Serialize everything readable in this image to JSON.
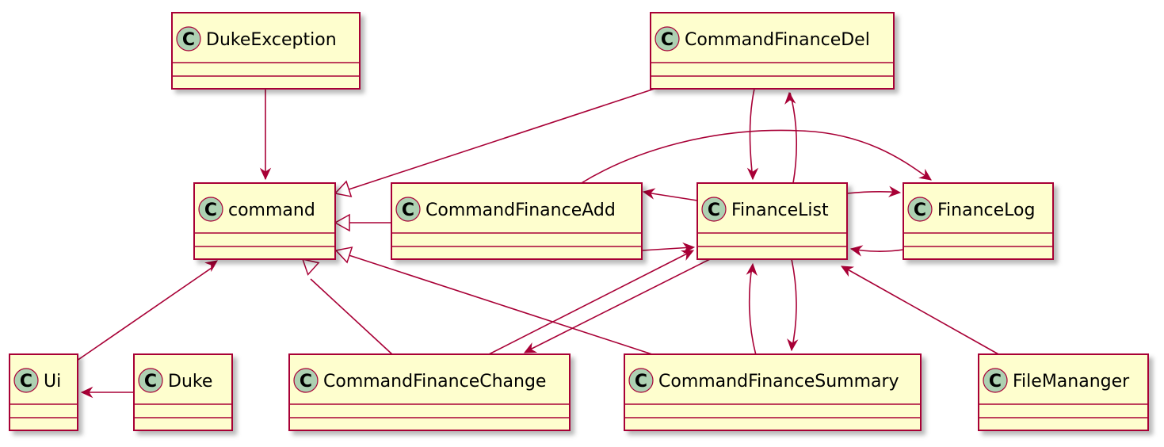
{
  "diagram_type": "UML class diagram",
  "colors": {
    "class_fill": "#FEFECE",
    "class_border": "#A80036",
    "edge": "#A80036",
    "stereotype_circle": "#ADD1B2",
    "shadow": "#C8C8C8"
  },
  "stereotype_letter": "C",
  "classes": [
    {
      "id": "DukeException",
      "label": "DukeException"
    },
    {
      "id": "CommandFinanceDel",
      "label": "CommandFinanceDel"
    },
    {
      "id": "command",
      "label": "command"
    },
    {
      "id": "CommandFinanceAdd",
      "label": "CommandFinanceAdd"
    },
    {
      "id": "FinanceList",
      "label": "FinanceList"
    },
    {
      "id": "FinanceLog",
      "label": "FinanceLog"
    },
    {
      "id": "Ui",
      "label": "Ui"
    },
    {
      "id": "Duke",
      "label": "Duke"
    },
    {
      "id": "CommandFinanceChange",
      "label": "CommandFinanceChange"
    },
    {
      "id": "CommandFinanceSummary",
      "label": "CommandFinanceSummary"
    },
    {
      "id": "FileMananger",
      "label": "FileMananger"
    }
  ],
  "relations": [
    {
      "from": "DukeException",
      "to": "command",
      "kind": "association"
    },
    {
      "from": "CommandFinanceDel",
      "to": "command",
      "kind": "inheritance"
    },
    {
      "from": "CommandFinanceAdd",
      "to": "command",
      "kind": "inheritance"
    },
    {
      "from": "CommandFinanceChange",
      "to": "command",
      "kind": "inheritance"
    },
    {
      "from": "CommandFinanceSummary",
      "to": "command",
      "kind": "inheritance"
    },
    {
      "from": "Ui",
      "to": "command",
      "kind": "association"
    },
    {
      "from": "Duke",
      "to": "Ui",
      "kind": "association"
    },
    {
      "from": "CommandFinanceDel",
      "to": "FinanceList",
      "kind": "association"
    },
    {
      "from": "FinanceList",
      "to": "CommandFinanceDel",
      "kind": "association"
    },
    {
      "from": "CommandFinanceAdd",
      "to": "FinanceLog",
      "kind": "association"
    },
    {
      "from": "FinanceList",
      "to": "CommandFinanceAdd",
      "kind": "association"
    },
    {
      "from": "CommandFinanceAdd",
      "to": "FinanceList",
      "kind": "association"
    },
    {
      "from": "FinanceList",
      "to": "FinanceLog",
      "kind": "association"
    },
    {
      "from": "FinanceLog",
      "to": "FinanceList",
      "kind": "association"
    },
    {
      "from": "CommandFinanceChange",
      "to": "FinanceList",
      "kind": "association"
    },
    {
      "from": "FinanceList",
      "to": "CommandFinanceChange",
      "kind": "association"
    },
    {
      "from": "CommandFinanceSummary",
      "to": "FinanceList",
      "kind": "association"
    },
    {
      "from": "FinanceList",
      "to": "CommandFinanceSummary",
      "kind": "association"
    },
    {
      "from": "FileMananger",
      "to": "FinanceList",
      "kind": "association"
    }
  ]
}
